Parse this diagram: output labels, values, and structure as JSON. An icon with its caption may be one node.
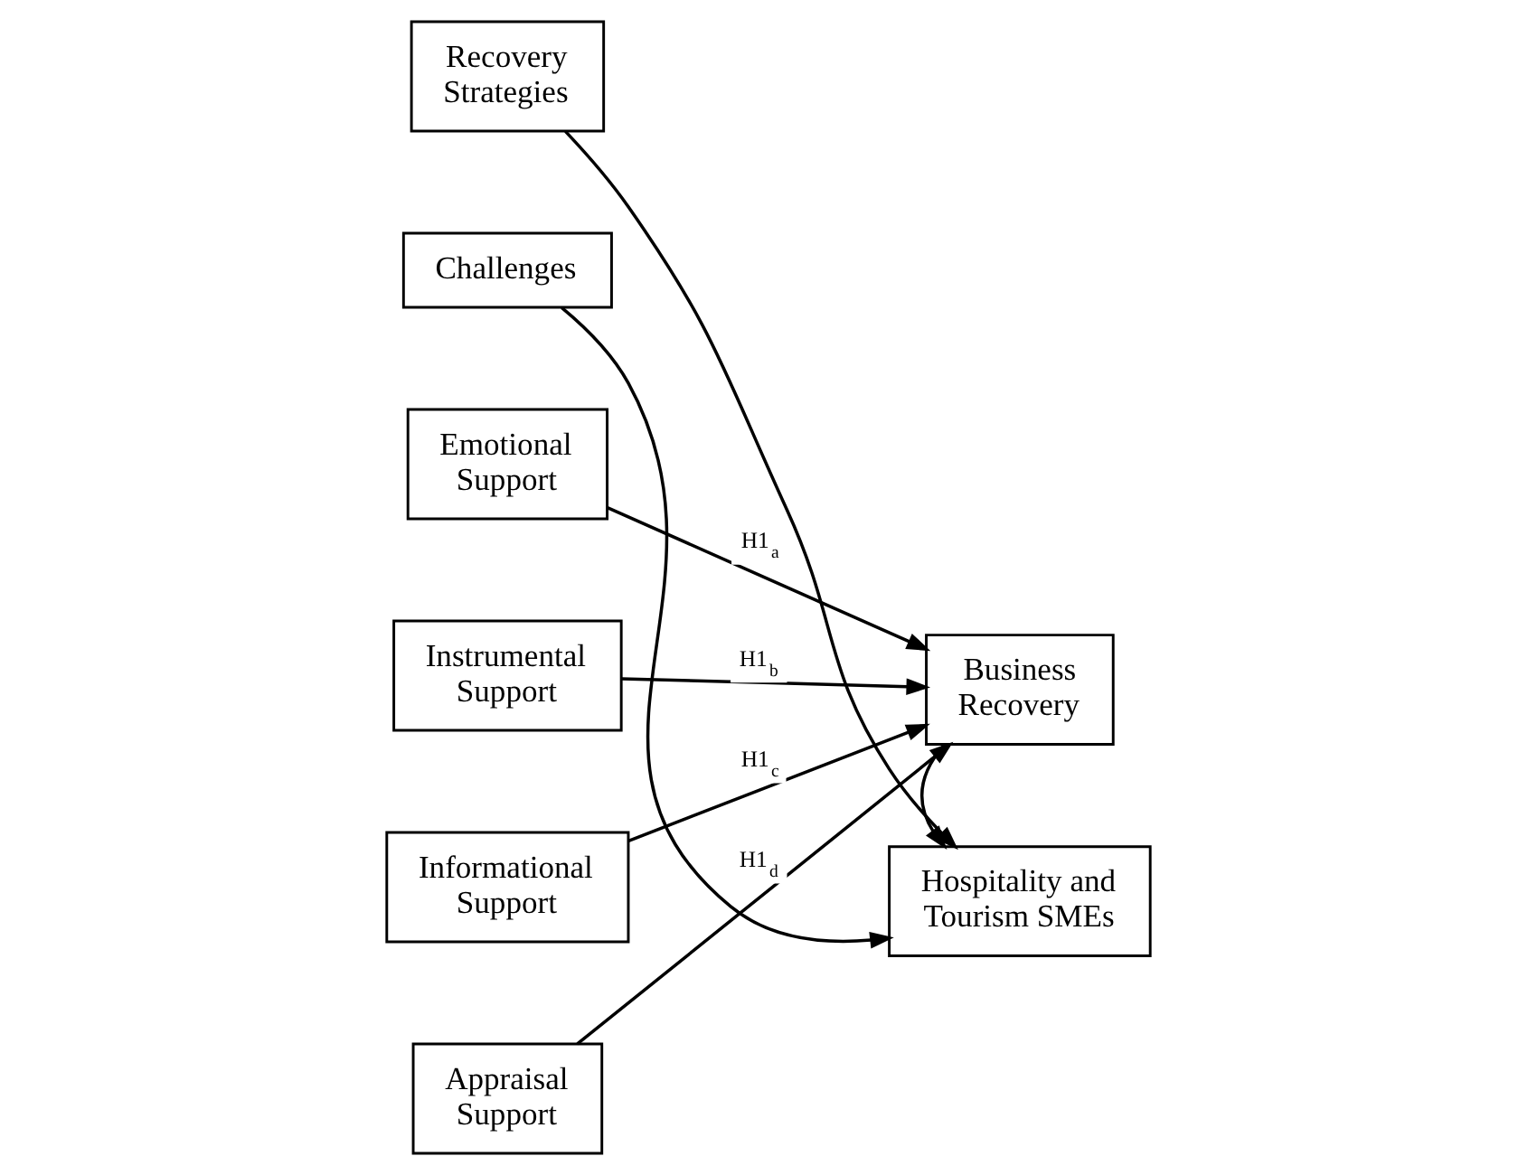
{
  "diagram": {
    "nodes": [
      {
        "text": [
          "Recovery Strategies"
        ]
      },
      {
        "text": [
          "Challenges"
        ]
      },
      {
        "text": [
          "Emotional Support"
        ]
      },
      {
        "text": [
          "Hospitality and Tourism SMEs"
        ]
      },
      {
        "text": [
          "Instrumental Support"
        ]
      },
      {
        "text": [
          "Informational Support"
        ]
      },
      {
        "text": [
          "Business Recovery"
        ]
      },
      {
        "text": [
          "Appraisal Support"
        ]
      }
    ],
    "edges": [
      {
        "from": 0,
        "to": 3,
        "arrow": "to"
      },
      {
        "from": 1,
        "to": 3,
        "arrow": "to"
      },
      {
        "from": 2,
        "to": 6,
        "arrow": "to",
        "label": "H1$_{a}$"
      },
      {
        "from": 4,
        "to": 6,
        "arrow": "to",
        "label": "H1$_{b}$"
      },
      {
        "from": 5,
        "to": 6,
        "arrow": "to",
        "label": "H1$_{c}$"
      },
      {
        "from": 7,
        "to": 6,
        "arrow": "to",
        "label": "H1$_{d}$"
      },
      {
        "from": 6,
        "to": 3,
        "arrow": "to"
      }
    ]
  }
}
